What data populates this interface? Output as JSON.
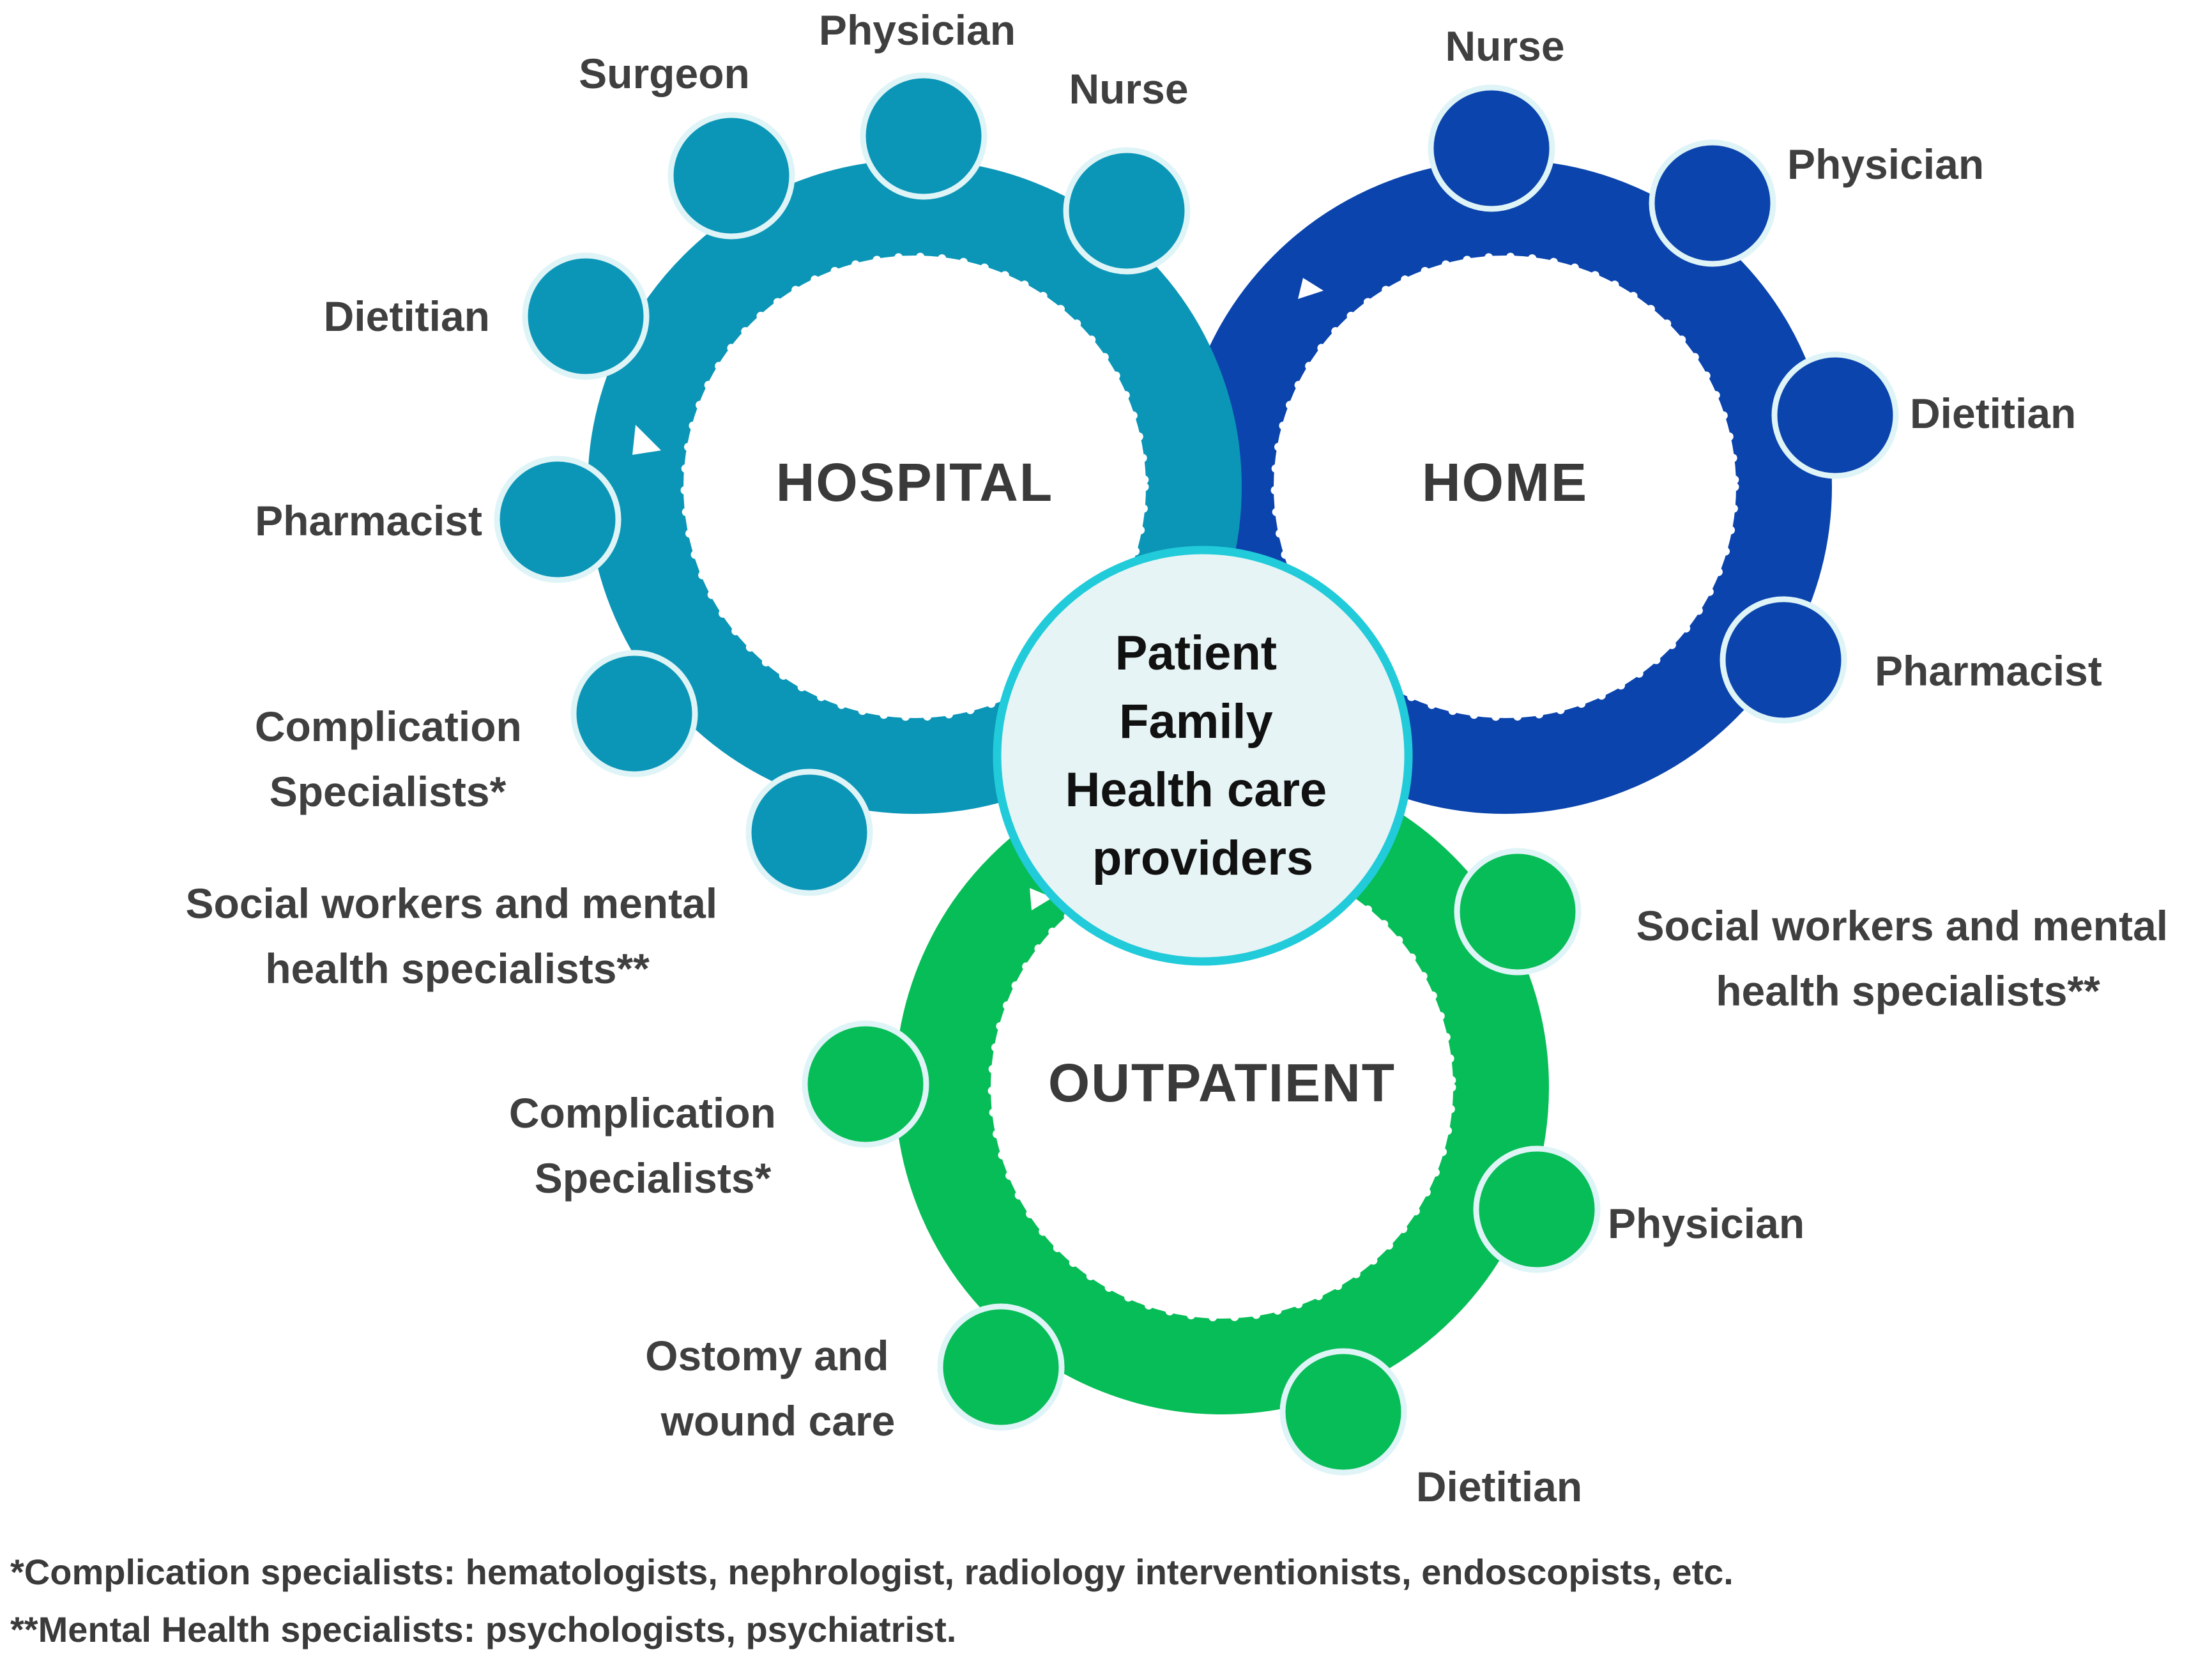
{
  "colors": {
    "hospital": "#0b96b7",
    "home": "#0b44ad",
    "outpatient": "#07bd57",
    "center_fill": "#e6f4f5",
    "center_border": "#22cbd9",
    "label": "#3f3f3f"
  },
  "center": {
    "lines": [
      "Patient",
      "Family",
      "Health care",
      "providers"
    ]
  },
  "rings": {
    "hospital": {
      "title": "HOSPITAL",
      "nodes": [
        {
          "id": "surgeon",
          "lines": [
            "Surgeon"
          ]
        },
        {
          "id": "physician",
          "lines": [
            "Physician"
          ]
        },
        {
          "id": "nurse",
          "lines": [
            "Nurse"
          ]
        },
        {
          "id": "dietitian",
          "lines": [
            "Dietitian"
          ]
        },
        {
          "id": "pharmacist",
          "lines": [
            "Pharmacist"
          ]
        },
        {
          "id": "complication-specialists",
          "lines": [
            "Complication",
            "Specialists*"
          ]
        },
        {
          "id": "social-workers",
          "lines": [
            "Social workers and mental",
            "health specialists**"
          ]
        }
      ]
    },
    "home": {
      "title": "HOME",
      "nodes": [
        {
          "id": "nurse",
          "lines": [
            "Nurse"
          ]
        },
        {
          "id": "physician",
          "lines": [
            "Physician"
          ]
        },
        {
          "id": "dietitian",
          "lines": [
            "Dietitian"
          ]
        },
        {
          "id": "pharmacist",
          "lines": [
            "Pharmacist"
          ]
        }
      ]
    },
    "outpatient": {
      "title": "OUTPATIENT",
      "nodes": [
        {
          "id": "social-workers",
          "lines": [
            "Social workers and mental",
            "health specialists**"
          ]
        },
        {
          "id": "complication-specialists",
          "lines": [
            "Complication",
            "Specialists*"
          ]
        },
        {
          "id": "physician",
          "lines": [
            "Physician"
          ]
        },
        {
          "id": "ostomy-wound-care",
          "lines": [
            "Ostomy and",
            "wound care"
          ]
        },
        {
          "id": "dietitian",
          "lines": [
            "Dietitian"
          ]
        }
      ]
    }
  },
  "footnotes": [
    "*Complication specialists: hematologists, nephrologist, radiology interventionists, endoscopists, etc.",
    "**Mental Health specialists: psychologists, psychiatrist."
  ]
}
